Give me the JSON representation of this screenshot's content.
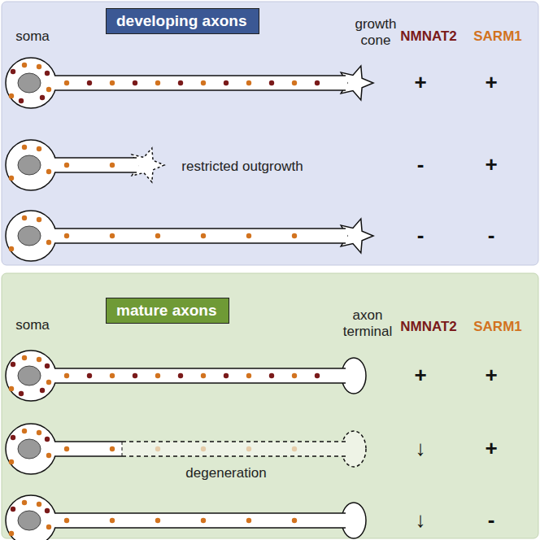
{
  "diagram": {
    "nodes": [
      {
        "text": [
          "developing axons"
        ]
      },
      {
        "text": [
          "mature axons"
        ]
      }
    ],
    "labels": [
      "soma",
      "growth cone",
      "NMNAT2",
      "SARM1",
      "+",
      "+",
      "restricted outgrowth",
      "-",
      "+",
      "-",
      "-",
      "soma",
      "axon terminal",
      "NMNAT2",
      "SARM1",
      "+",
      "+",
      "degeneration",
      "↓",
      "+",
      "↓",
      "-"
    ]
  }
}
